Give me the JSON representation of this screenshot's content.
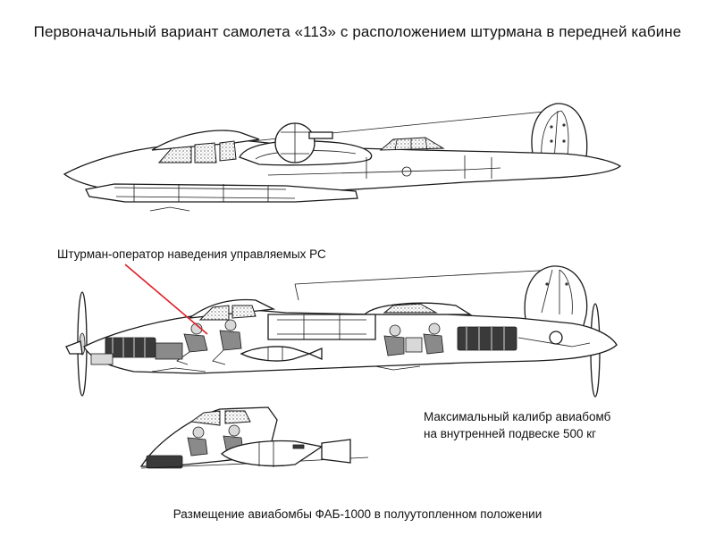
{
  "title": "Первоначальный вариант самолета «113» с расположением штурмана в передней кабине",
  "labels": {
    "navigator": "Штурман-оператор наведения управляемых РС",
    "max_caliber_line1": "Максимальный калибр авиабомб",
    "max_caliber_line2": "на внутренней подвеске 500 кг",
    "fab_placement": "Размещение авиабомбы ФАБ-1000 в полуутопленном положении"
  },
  "colors": {
    "pointer": "#e0202a",
    "line": "#1a1a1a"
  }
}
